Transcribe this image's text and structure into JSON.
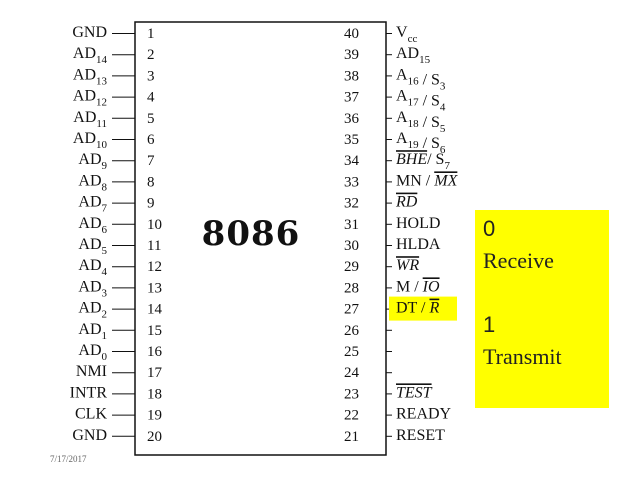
{
  "chip": {
    "name": "8086"
  },
  "left_pins": [
    {
      "num": "1",
      "label": [
        {
          "t": "GND"
        }
      ]
    },
    {
      "num": "2",
      "label": [
        {
          "t": "AD"
        },
        {
          "t": "14",
          "sub": true
        }
      ]
    },
    {
      "num": "3",
      "label": [
        {
          "t": "AD"
        },
        {
          "t": "13",
          "sub": true
        }
      ]
    },
    {
      "num": "4",
      "label": [
        {
          "t": "AD"
        },
        {
          "t": "12",
          "sub": true
        }
      ]
    },
    {
      "num": "5",
      "label": [
        {
          "t": "AD"
        },
        {
          "t": "11",
          "sub": true
        }
      ]
    },
    {
      "num": "6",
      "label": [
        {
          "t": "AD"
        },
        {
          "t": "10",
          "sub": true
        }
      ]
    },
    {
      "num": "7",
      "label": [
        {
          "t": "AD"
        },
        {
          "t": "9",
          "sub": true
        }
      ]
    },
    {
      "num": "8",
      "label": [
        {
          "t": "AD"
        },
        {
          "t": "8",
          "sub": true
        }
      ]
    },
    {
      "num": "9",
      "label": [
        {
          "t": "AD"
        },
        {
          "t": "7",
          "sub": true
        }
      ]
    },
    {
      "num": "10",
      "label": [
        {
          "t": "AD"
        },
        {
          "t": "6",
          "sub": true
        }
      ]
    },
    {
      "num": "11",
      "label": [
        {
          "t": "AD"
        },
        {
          "t": "5",
          "sub": true
        }
      ]
    },
    {
      "num": "12",
      "label": [
        {
          "t": "AD"
        },
        {
          "t": "4",
          "sub": true
        }
      ]
    },
    {
      "num": "13",
      "label": [
        {
          "t": "AD"
        },
        {
          "t": "3",
          "sub": true
        }
      ]
    },
    {
      "num": "14",
      "label": [
        {
          "t": "AD"
        },
        {
          "t": "2",
          "sub": true
        }
      ]
    },
    {
      "num": "15",
      "label": [
        {
          "t": "AD"
        },
        {
          "t": "1",
          "sub": true
        }
      ]
    },
    {
      "num": "16",
      "label": [
        {
          "t": "AD"
        },
        {
          "t": "0",
          "sub": true
        }
      ]
    },
    {
      "num": "17",
      "label": [
        {
          "t": "NMI"
        }
      ]
    },
    {
      "num": "18",
      "label": [
        {
          "t": "INTR"
        }
      ]
    },
    {
      "num": "19",
      "label": [
        {
          "t": "CLK"
        }
      ]
    },
    {
      "num": "20",
      "label": [
        {
          "t": "GND"
        }
      ]
    }
  ],
  "right_pins": [
    {
      "num": "40",
      "label": [
        {
          "t": "V"
        },
        {
          "t": "cc",
          "sub": true
        }
      ]
    },
    {
      "num": "39",
      "label": [
        {
          "t": "AD"
        },
        {
          "t": "15",
          "sub": true
        }
      ]
    },
    {
      "num": "38",
      "label": [
        {
          "t": "A"
        },
        {
          "t": "16",
          "sub": true
        },
        {
          "t": " / S"
        },
        {
          "t": "3",
          "sub": true
        }
      ]
    },
    {
      "num": "37",
      "label": [
        {
          "t": "A"
        },
        {
          "t": "17",
          "sub": true
        },
        {
          "t": " / S"
        },
        {
          "t": "4",
          "sub": true
        }
      ]
    },
    {
      "num": "36",
      "label": [
        {
          "t": "A"
        },
        {
          "t": "18",
          "sub": true
        },
        {
          "t": " / S"
        },
        {
          "t": "5",
          "sub": true
        }
      ]
    },
    {
      "num": "35",
      "label": [
        {
          "t": "A"
        },
        {
          "t": "19",
          "sub": true
        },
        {
          "t": " / S"
        },
        {
          "t": "6",
          "sub": true
        }
      ]
    },
    {
      "num": "34",
      "label": [
        {
          "t": "BHE",
          "ov": true,
          "it": true
        },
        {
          "t": "/ S"
        },
        {
          "t": "7",
          "sub": true
        }
      ]
    },
    {
      "num": "33",
      "label": [
        {
          "t": "MN / "
        },
        {
          "t": "MX",
          "ov": true,
          "it": true
        }
      ]
    },
    {
      "num": "32",
      "label": [
        {
          "t": "RD",
          "ov": true,
          "it": true
        }
      ]
    },
    {
      "num": "31",
      "label": [
        {
          "t": "HOLD"
        }
      ]
    },
    {
      "num": "30",
      "label": [
        {
          "t": "HLDA"
        }
      ]
    },
    {
      "num": "29",
      "label": [
        {
          "t": "WR",
          "ov": true,
          "it": true
        }
      ]
    },
    {
      "num": "28",
      "label": [
        {
          "t": "M / "
        },
        {
          "t": "IO",
          "ov": true,
          "it": true
        }
      ]
    },
    {
      "num": "27",
      "label": [
        {
          "t": "DT / "
        },
        {
          "t": "R",
          "ov": true,
          "it": true
        }
      ],
      "highlight": true
    },
    {
      "num": "26",
      "label": []
    },
    {
      "num": "25",
      "label": []
    },
    {
      "num": "24",
      "label": []
    },
    {
      "num": "23",
      "label": [
        {
          "t": "TEST",
          "ov": true,
          "it": true
        }
      ]
    },
    {
      "num": "22",
      "label": [
        {
          "t": "READY"
        }
      ]
    },
    {
      "num": "21",
      "label": [
        {
          "t": "RESET"
        }
      ]
    }
  ],
  "callout": {
    "value_0": "0",
    "label_0": "Receive",
    "value_1": "1",
    "label_1": "Transmit"
  },
  "footer": {
    "date": "7/17/2017"
  },
  "colors": {
    "highlight": "#ffff00"
  }
}
